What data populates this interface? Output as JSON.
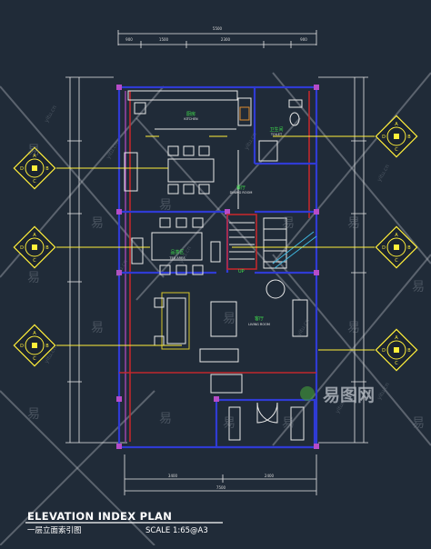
{
  "title": "ELEVATION INDEX PLAN",
  "subtitle": "一层立面索引图",
  "scale": "SCALE  1:65@A3",
  "brand": "易图网",
  "watermark": {
    "cn": "易",
    "url": "yitu.cn"
  },
  "dimensions": {
    "top_total": "5500",
    "top_segments": [
      "900",
      "1500",
      "2300",
      "900"
    ],
    "bottom_total": "7500",
    "bottom_segments": [
      "3400",
      "2400"
    ]
  },
  "rooms": {
    "kitchen_cn": "厨房",
    "kitchen_en": "KITCHEN",
    "toilet_cn": "卫生间",
    "toilet_en": "TOILET",
    "dining_cn": "餐厅",
    "dining_en": "DINING ROOM",
    "tea_cn": "品茶区",
    "tea_en": "TEA AREA",
    "living_cn": "客厅",
    "living_en": "LIVING ROOM",
    "stair_up": "UP"
  },
  "index_markers": [
    {
      "letters": [
        "A",
        "B",
        "C",
        "D"
      ]
    },
    {
      "letters": [
        "A",
        "B",
        "C",
        "D"
      ]
    },
    {
      "letters": [
        "A",
        "B",
        "C",
        "D"
      ]
    },
    {
      "letters": [
        "A",
        "B",
        "C",
        "D"
      ]
    },
    {
      "letters": [
        "A",
        "B",
        "C",
        "D"
      ]
    },
    {
      "letters": [
        "A",
        "B",
        "C",
        "D"
      ]
    }
  ],
  "colors": {
    "background": "#202b38",
    "marker_yellow": "#ffef3a",
    "wall_blue": "#2f3bd4",
    "wall_red": "#c0282c",
    "room_label_green": "#3fe04c"
  }
}
